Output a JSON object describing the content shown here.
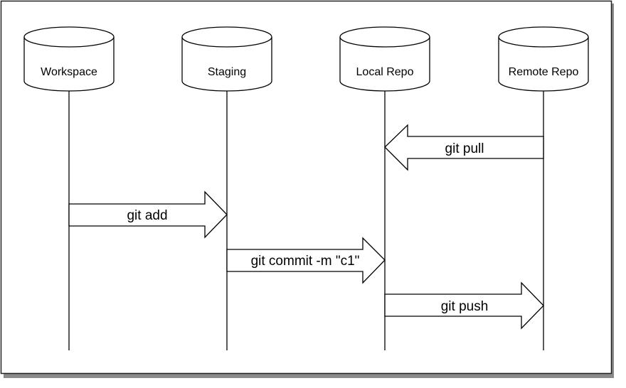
{
  "diagram": {
    "lanes": [
      {
        "id": "workspace",
        "label": "Workspace"
      },
      {
        "id": "staging",
        "label": "Staging"
      },
      {
        "id": "local",
        "label": "Local Repo"
      },
      {
        "id": "remote",
        "label": "Remote Repo"
      }
    ],
    "arrows": [
      {
        "id": "git-pull",
        "label": "git pull",
        "from": "remote",
        "to": "local"
      },
      {
        "id": "git-add",
        "label": "git add",
        "from": "workspace",
        "to": "staging"
      },
      {
        "id": "git-commit",
        "label": "git commit -m \"c1\"",
        "from": "staging",
        "to": "local"
      },
      {
        "id": "git-push",
        "label": "git push",
        "from": "local",
        "to": "remote"
      }
    ]
  }
}
